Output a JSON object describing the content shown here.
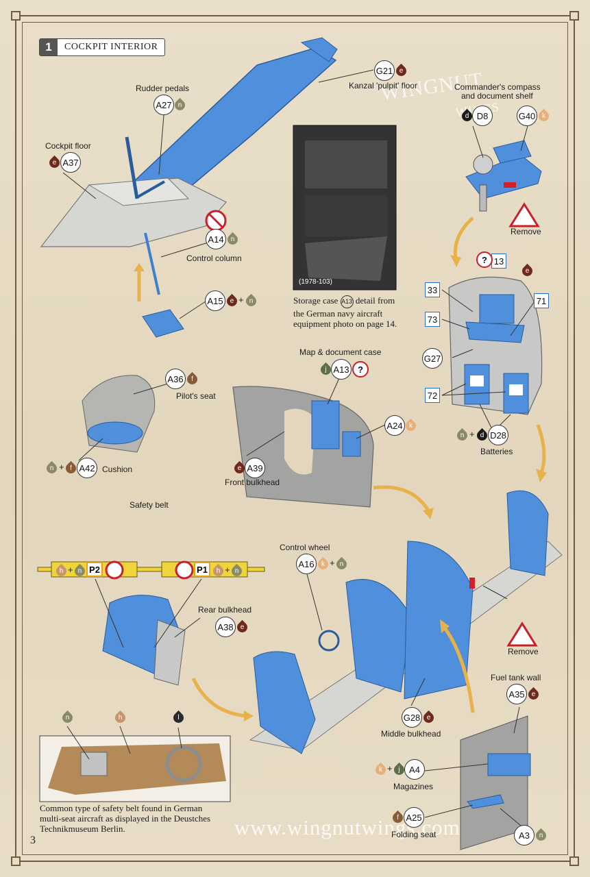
{
  "step": {
    "number": "1",
    "title": "COCKPIT INTERIOR"
  },
  "labels": {
    "rudder_pedals": "Rudder pedals",
    "cockpit_floor": "Cockpit floor",
    "kanzal_floor": "Kanzal 'pulpit' floor",
    "commander_line1": "Commander's compass",
    "commander_line2": "and document shelf",
    "control_column": "Control column",
    "remove": "Remove",
    "pilots_seat": "Pilot's seat",
    "cushion": "Cushion",
    "map_case": "Map & document case",
    "front_bulkhead": "Front bulkhead",
    "batteries": "Batteries",
    "safety_belt": "Safety belt",
    "control_wheel": "Control wheel",
    "rear_bulkhead": "Rear bulkhead",
    "middle_bulkhead": "Middle bulkhead",
    "fuel_tank_wall": "Fuel tank wall",
    "magazines": "Magazines",
    "folding_seat": "Folding seat"
  },
  "photo": {
    "tag": "(1978-103)",
    "caption_line1": "Storage case",
    "caption_ref": "A13",
    "caption_line1b": "detail from",
    "caption_line2": "the German navy aircraft",
    "caption_line3": "equipment photo on page 14."
  },
  "belt_caption": {
    "line1": "Common type of safety belt found in German",
    "line2": "multi-seat aircraft as displayed in the Deustches",
    "line3": "Technikmuseum Berlin."
  },
  "parts": {
    "g21": "G21",
    "a27": "A27",
    "a37": "A37",
    "d8": "D8",
    "g40": "G40",
    "a14": "A14",
    "a15": "A15",
    "a36": "A36",
    "a42": "A42",
    "a13": "A13",
    "a24": "A24",
    "a39": "A39",
    "g27": "G27",
    "d28": "D28",
    "a16": "A16",
    "a38": "A38",
    "g28": "G28",
    "a35": "A35",
    "a4": "A4",
    "a25": "A25",
    "a3": "A3"
  },
  "pe_parts": {
    "p1": "P1",
    "p2": "P2"
  },
  "refs": {
    "r13": "13",
    "r33": "33",
    "r71": "71",
    "r73": "73",
    "r72": "72"
  },
  "paints": {
    "e": "e",
    "n": "n",
    "d": "d",
    "k": "k",
    "f": "f",
    "j": "j",
    "h": "h",
    "l": "l"
  },
  "symbols": {
    "question": "?",
    "plus": "+"
  },
  "watermark": {
    "brand_line1": "WINGNUT",
    "brand_line2": "WINGS",
    "site": "www.wingnutwings.com"
  },
  "page_number": "3",
  "colors": {
    "part_blue": "#4f8fdc",
    "grey_part": "#d6d6d2",
    "paint_e": "#6e2a1c",
    "paint_n": "#8b8a67",
    "paint_k": "#e7b07a",
    "paint_f": "#8a5a35",
    "paint_j": "#5e6e4c",
    "paint_h": "#c4966a",
    "paint_d": "#1a1a1a",
    "paint_l": "#2a2a2a",
    "arrow": "#e8b24a",
    "remove_red": "#c8202a"
  }
}
